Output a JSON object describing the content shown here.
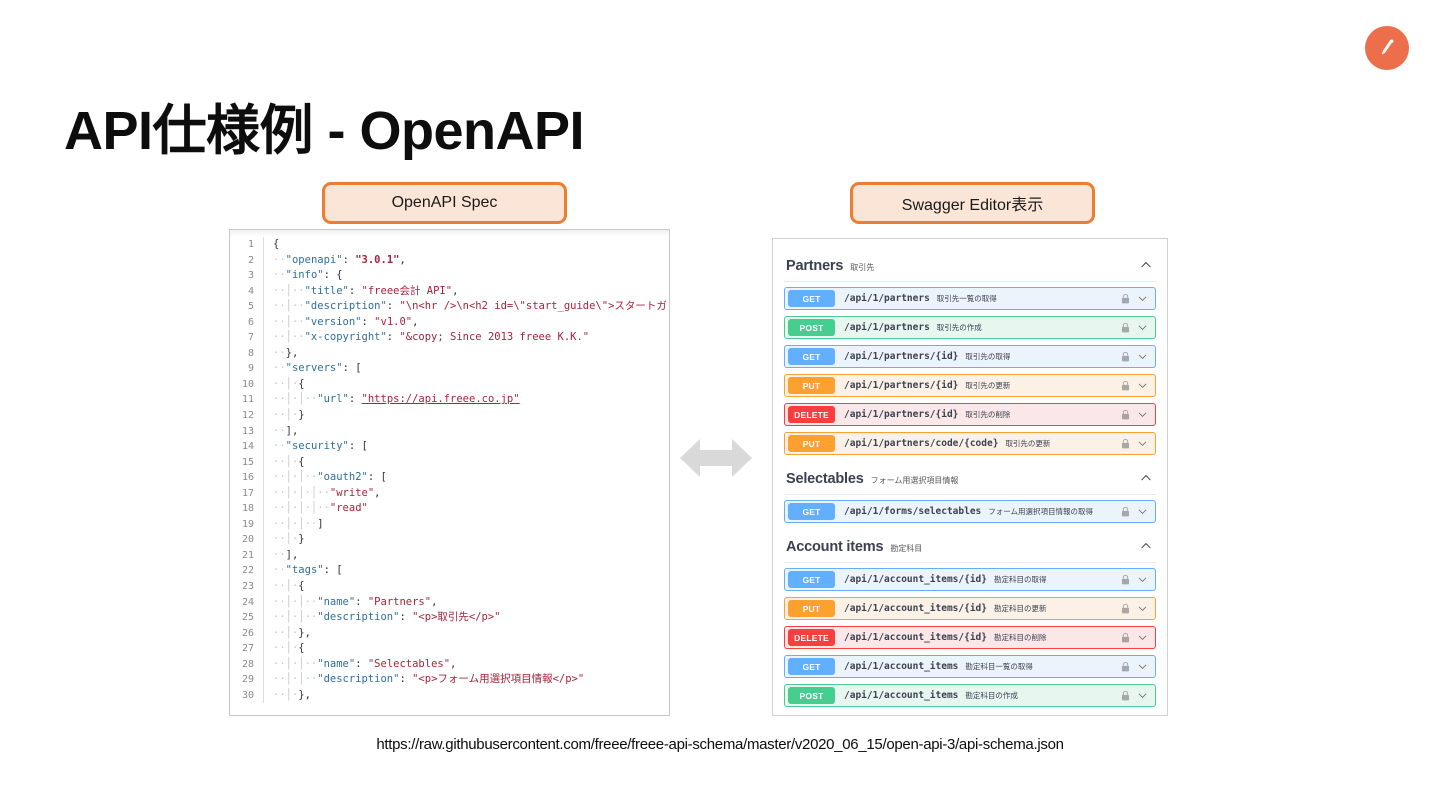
{
  "slide": {
    "title": "API仕様例 - OpenAPI",
    "source_url": "https://raw.githubusercontent.com/freee/freee-api-schema/master/v2020_06_15/open-api-3/api-schema.json",
    "logo_icon": "pen-circle-icon",
    "logo_color": "#ed6e4a",
    "arrow_icon": "double-headed-arrow-icon",
    "arrow_color": "#d9d9d9"
  },
  "captions": {
    "left": "OpenAPI Spec",
    "right": "Swagger Editor表示",
    "fill": "#fbe5d6",
    "border": "#ed7d31"
  },
  "code_editor": {
    "language": "json",
    "first_line": 1,
    "last_line": 30,
    "lines": [
      {
        "n": 1,
        "html": "<span class='tok-punct'>{</span>"
      },
      {
        "n": 2,
        "html": "<span class='tok-guide'>··</span><span class='tok-key'>\"openapi\"</span><span class='tok-punct'>: </span><span class='tok-str tok-b'>\"3.0.1\"</span><span class='tok-punct'>,</span>"
      },
      {
        "n": 3,
        "html": "<span class='tok-guide'>··</span><span class='tok-key'>\"info\"</span><span class='tok-punct'>: {</span>"
      },
      {
        "n": 4,
        "html": "<span class='tok-guide'>··│··</span><span class='tok-key'>\"title\"</span><span class='tok-punct'>: </span><span class='tok-str'>\"freee会計 API\"</span><span class='tok-punct'>,</span>"
      },
      {
        "n": 5,
        "html": "<span class='tok-guide'>··│··</span><span class='tok-key'>\"description\"</span><span class='tok-punct'>: </span><span class='tok-str'>\"\\n&lt;hr /&gt;\\n&lt;h2 id=\\\"start_guide\\\"&gt;スタートガ</span>"
      },
      {
        "n": 6,
        "html": "<span class='tok-guide'>··│··</span><span class='tok-key'>\"version\"</span><span class='tok-punct'>: </span><span class='tok-str'>\"v1.0\"</span><span class='tok-punct'>,</span>"
      },
      {
        "n": 7,
        "html": "<span class='tok-guide'>··│··</span><span class='tok-key'>\"x-copyright\"</span><span class='tok-punct'>: </span><span class='tok-str'>\"&amp;copy; Since 2013 freee K.K.\"</span>"
      },
      {
        "n": 8,
        "html": "<span class='tok-guide'>··</span><span class='tok-punct'>},</span>"
      },
      {
        "n": 9,
        "html": "<span class='tok-guide'>··</span><span class='tok-key'>\"servers\"</span><span class='tok-punct'>: [</span>"
      },
      {
        "n": 10,
        "html": "<span class='tok-guide'>··│·</span><span class='tok-punct'>{</span>"
      },
      {
        "n": 11,
        "html": "<span class='tok-guide'>··│·│··</span><span class='tok-key'>\"url\"</span><span class='tok-punct'>: </span><span class='tok-link'>\"https://api.freee.co.jp\"</span>"
      },
      {
        "n": 12,
        "html": "<span class='tok-guide'>··│·</span><span class='tok-punct'>}</span>"
      },
      {
        "n": 13,
        "html": "<span class='tok-guide'>··</span><span class='tok-punct'>],</span>"
      },
      {
        "n": 14,
        "html": "<span class='tok-guide'>··</span><span class='tok-key'>\"security\"</span><span class='tok-punct'>: [</span>"
      },
      {
        "n": 15,
        "html": "<span class='tok-guide'>··│·</span><span class='tok-punct'>{</span>"
      },
      {
        "n": 16,
        "html": "<span class='tok-guide'>··│·│··</span><span class='tok-key'>\"oauth2\"</span><span class='tok-punct'>: [</span>"
      },
      {
        "n": 17,
        "html": "<span class='tok-guide'>··│·│·│··</span><span class='tok-str'>\"write\"</span><span class='tok-punct'>,</span>"
      },
      {
        "n": 18,
        "html": "<span class='tok-guide'>··│·│·│··</span><span class='tok-str'>\"read\"</span>"
      },
      {
        "n": 19,
        "html": "<span class='tok-guide'>··│·│··</span><span class='tok-punct'>]</span>"
      },
      {
        "n": 20,
        "html": "<span class='tok-guide'>··│·</span><span class='tok-punct'>}</span>"
      },
      {
        "n": 21,
        "html": "<span class='tok-guide'>··</span><span class='tok-punct'>],</span>"
      },
      {
        "n": 22,
        "html": "<span class='tok-guide'>··</span><span class='tok-key'>\"tags\"</span><span class='tok-punct'>: [</span>"
      },
      {
        "n": 23,
        "html": "<span class='tok-guide'>··│·</span><span class='tok-punct'>{</span>"
      },
      {
        "n": 24,
        "html": "<span class='tok-guide'>··│·│··</span><span class='tok-key'>\"name\"</span><span class='tok-punct'>: </span><span class='tok-str'>\"Partners\"</span><span class='tok-punct'>,</span>"
      },
      {
        "n": 25,
        "html": "<span class='tok-guide'>··│·│··</span><span class='tok-key'>\"description\"</span><span class='tok-punct'>: </span><span class='tok-str'>\"&lt;p&gt;取引先&lt;/p&gt;\"</span>"
      },
      {
        "n": 26,
        "html": "<span class='tok-guide'>··│·</span><span class='tok-punct'>},</span>"
      },
      {
        "n": 27,
        "html": "<span class='tok-guide'>··│·</span><span class='tok-punct'>{</span>"
      },
      {
        "n": 28,
        "html": "<span class='tok-guide'>··│·│··</span><span class='tok-key'>\"name\"</span><span class='tok-punct'>: </span><span class='tok-str'>\"Selectables\"</span><span class='tok-punct'>,</span>"
      },
      {
        "n": 29,
        "html": "<span class='tok-guide'>··│·│··</span><span class='tok-key'>\"description\"</span><span class='tok-punct'>: </span><span class='tok-str'>\"&lt;p&gt;フォーム用選択項目情報&lt;/p&gt;\"</span>"
      },
      {
        "n": 30,
        "html": "<span class='tok-guide'>··│·</span><span class='tok-punct'>},</span>"
      }
    ]
  },
  "swagger": {
    "method_colors": {
      "GET": "#61affe",
      "POST": "#49cc90",
      "PUT": "#fca130",
      "DELETE": "#f93e3e"
    },
    "sections": [
      {
        "title": "Partners",
        "subtitle": "取引先",
        "collapse_icon": "chevron-up-icon",
        "operations": [
          {
            "method": "GET",
            "path": "/api/1/partners",
            "desc": "取引先一覧の取得"
          },
          {
            "method": "POST",
            "path": "/api/1/partners",
            "desc": "取引先の作成"
          },
          {
            "method": "GET",
            "path": "/api/1/partners/{id}",
            "desc": "取引先の取得"
          },
          {
            "method": "PUT",
            "path": "/api/1/partners/{id}",
            "desc": "取引先の更新"
          },
          {
            "method": "DELETE",
            "path": "/api/1/partners/{id}",
            "desc": "取引先の削除"
          },
          {
            "method": "PUT",
            "path": "/api/1/partners/code/{code}",
            "desc": "取引先の更新"
          }
        ]
      },
      {
        "title": "Selectables",
        "subtitle": "フォーム用選択項目情報",
        "collapse_icon": "chevron-up-icon",
        "operations": [
          {
            "method": "GET",
            "path": "/api/1/forms/selectables",
            "desc": "フォーム用選択項目情報の取得"
          }
        ]
      },
      {
        "title": "Account items",
        "subtitle": "勘定科目",
        "collapse_icon": "chevron-up-icon",
        "operations": [
          {
            "method": "GET",
            "path": "/api/1/account_items/{id}",
            "desc": "勘定科目の取得"
          },
          {
            "method": "PUT",
            "path": "/api/1/account_items/{id}",
            "desc": "勘定科目の更新"
          },
          {
            "method": "DELETE",
            "path": "/api/1/account_items/{id}",
            "desc": "勘定科目の削除"
          },
          {
            "method": "GET",
            "path": "/api/1/account_items",
            "desc": "勘定科目一覧の取得"
          },
          {
            "method": "POST",
            "path": "/api/1/account_items",
            "desc": "勘定科目の作成"
          }
        ]
      }
    ],
    "row_icons": {
      "lock": "lock-icon",
      "expand": "chevron-down-icon"
    }
  }
}
